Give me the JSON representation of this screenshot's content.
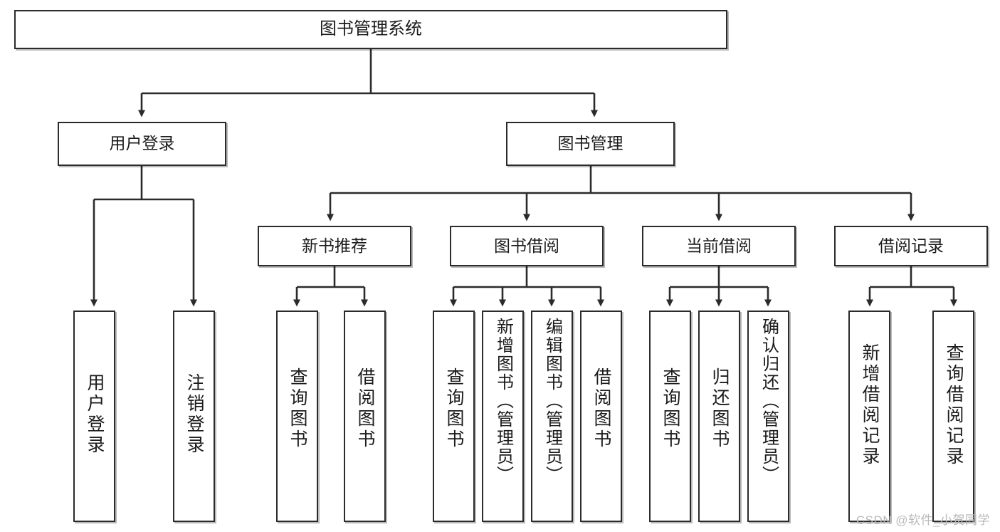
{
  "diagram": {
    "type": "tree",
    "title": "图书管理系统",
    "orientation": "top-down",
    "levels": 4,
    "nodes": {
      "root": {
        "label": "图书管理系统",
        "level": 1
      },
      "l2": [
        {
          "id": "user-login",
          "label": "用户登录",
          "level": 2
        },
        {
          "id": "book-manage",
          "label": "图书管理",
          "level": 2
        }
      ],
      "l3": [
        {
          "id": "new-book-recommend",
          "label": "新书推荐",
          "level": 3,
          "parent": "book-manage"
        },
        {
          "id": "book-borrow",
          "label": "图书借阅",
          "level": 3,
          "parent": "book-manage"
        },
        {
          "id": "current-borrow",
          "label": "当前借阅",
          "level": 3,
          "parent": "book-manage"
        },
        {
          "id": "borrow-record",
          "label": "借阅记录",
          "level": 3,
          "parent": "book-manage"
        }
      ],
      "leaves": [
        {
          "id": "leaf-user-login",
          "label": "用户登录",
          "parent": "user-login"
        },
        {
          "id": "leaf-logout",
          "label": "注销登录",
          "parent": "user-login"
        },
        {
          "id": "leaf-query-book-1",
          "label": "查询图书",
          "parent": "new-book-recommend"
        },
        {
          "id": "leaf-borrow-book-1",
          "label": "借阅图书",
          "parent": "new-book-recommend"
        },
        {
          "id": "leaf-query-book-2",
          "label": "查询图书",
          "parent": "book-borrow"
        },
        {
          "id": "leaf-add-book",
          "label": "新增图书（管理员）",
          "parent": "book-borrow"
        },
        {
          "id": "leaf-edit-book",
          "label": "编辑图书（管理员）",
          "parent": "book-borrow"
        },
        {
          "id": "leaf-borrow-book-2",
          "label": "借阅图书",
          "parent": "book-borrow"
        },
        {
          "id": "leaf-query-book-3",
          "label": "查询图书",
          "parent": "current-borrow"
        },
        {
          "id": "leaf-return-book",
          "label": "归还图书",
          "parent": "current-borrow"
        },
        {
          "id": "leaf-confirm-return",
          "label": "确认归还（管理员）",
          "parent": "current-borrow"
        },
        {
          "id": "leaf-add-record",
          "label": "新增借阅记录",
          "parent": "borrow-record"
        },
        {
          "id": "leaf-query-record",
          "label": "查询借阅记录",
          "parent": "borrow-record"
        }
      ]
    },
    "colors": {
      "box_border": "#2b2b2b",
      "box_fill": "#ffffff",
      "connector": "#2b2b2b",
      "text": "#1b1b1b",
      "watermark": "#b9b9b9"
    }
  },
  "watermark": {
    "text": "CSDN @软件_小贺同学"
  }
}
